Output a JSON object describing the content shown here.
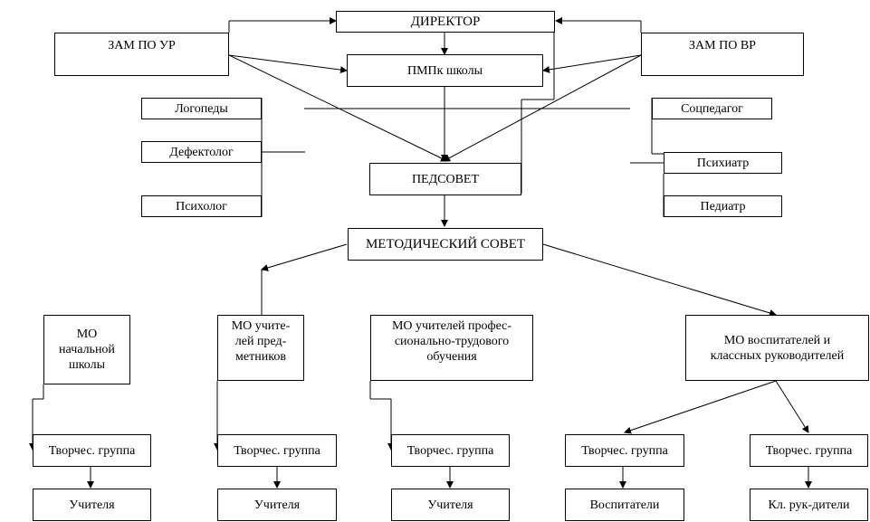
{
  "nodes": {
    "director": "ДИРЕКТОР",
    "zam_ur": "ЗАМ ПО УР",
    "zam_vr": "ЗАМ ПО ВР",
    "pmpk": "ПМПк школы",
    "logopedy": "Логопеды",
    "defektolog": "Дефектолог",
    "psiholog": "Психолог",
    "socpedagog": "Соцпедагог",
    "psihiatr": "Психиатр",
    "pediatr": "Педиатр",
    "pedsovet": "ПЕДСОВЕТ",
    "metodsovet": "МЕТОДИЧЕСКИЙ СОВЕТ",
    "mo_nach": "МО\nначальной\nшколы",
    "mo_pred": "МО учите-\nлей пред-\nметников",
    "mo_prof": "МО учителей профес-\nсионально-трудового\nобучения",
    "mo_vosp": "МО воспитателей и\nклассных руководителей",
    "tg1": "Творчес. группа",
    "tg2": "Творчес. группа",
    "tg3": "Творчес. группа",
    "tg4": "Творчес. группа",
    "tg5": "Творчес. группа",
    "u1": "Учителя",
    "u2": "Учителя",
    "u3": "Учителя",
    "vospitateli": "Воспитатели",
    "kl_ruk": "Кл. рук-дители"
  }
}
